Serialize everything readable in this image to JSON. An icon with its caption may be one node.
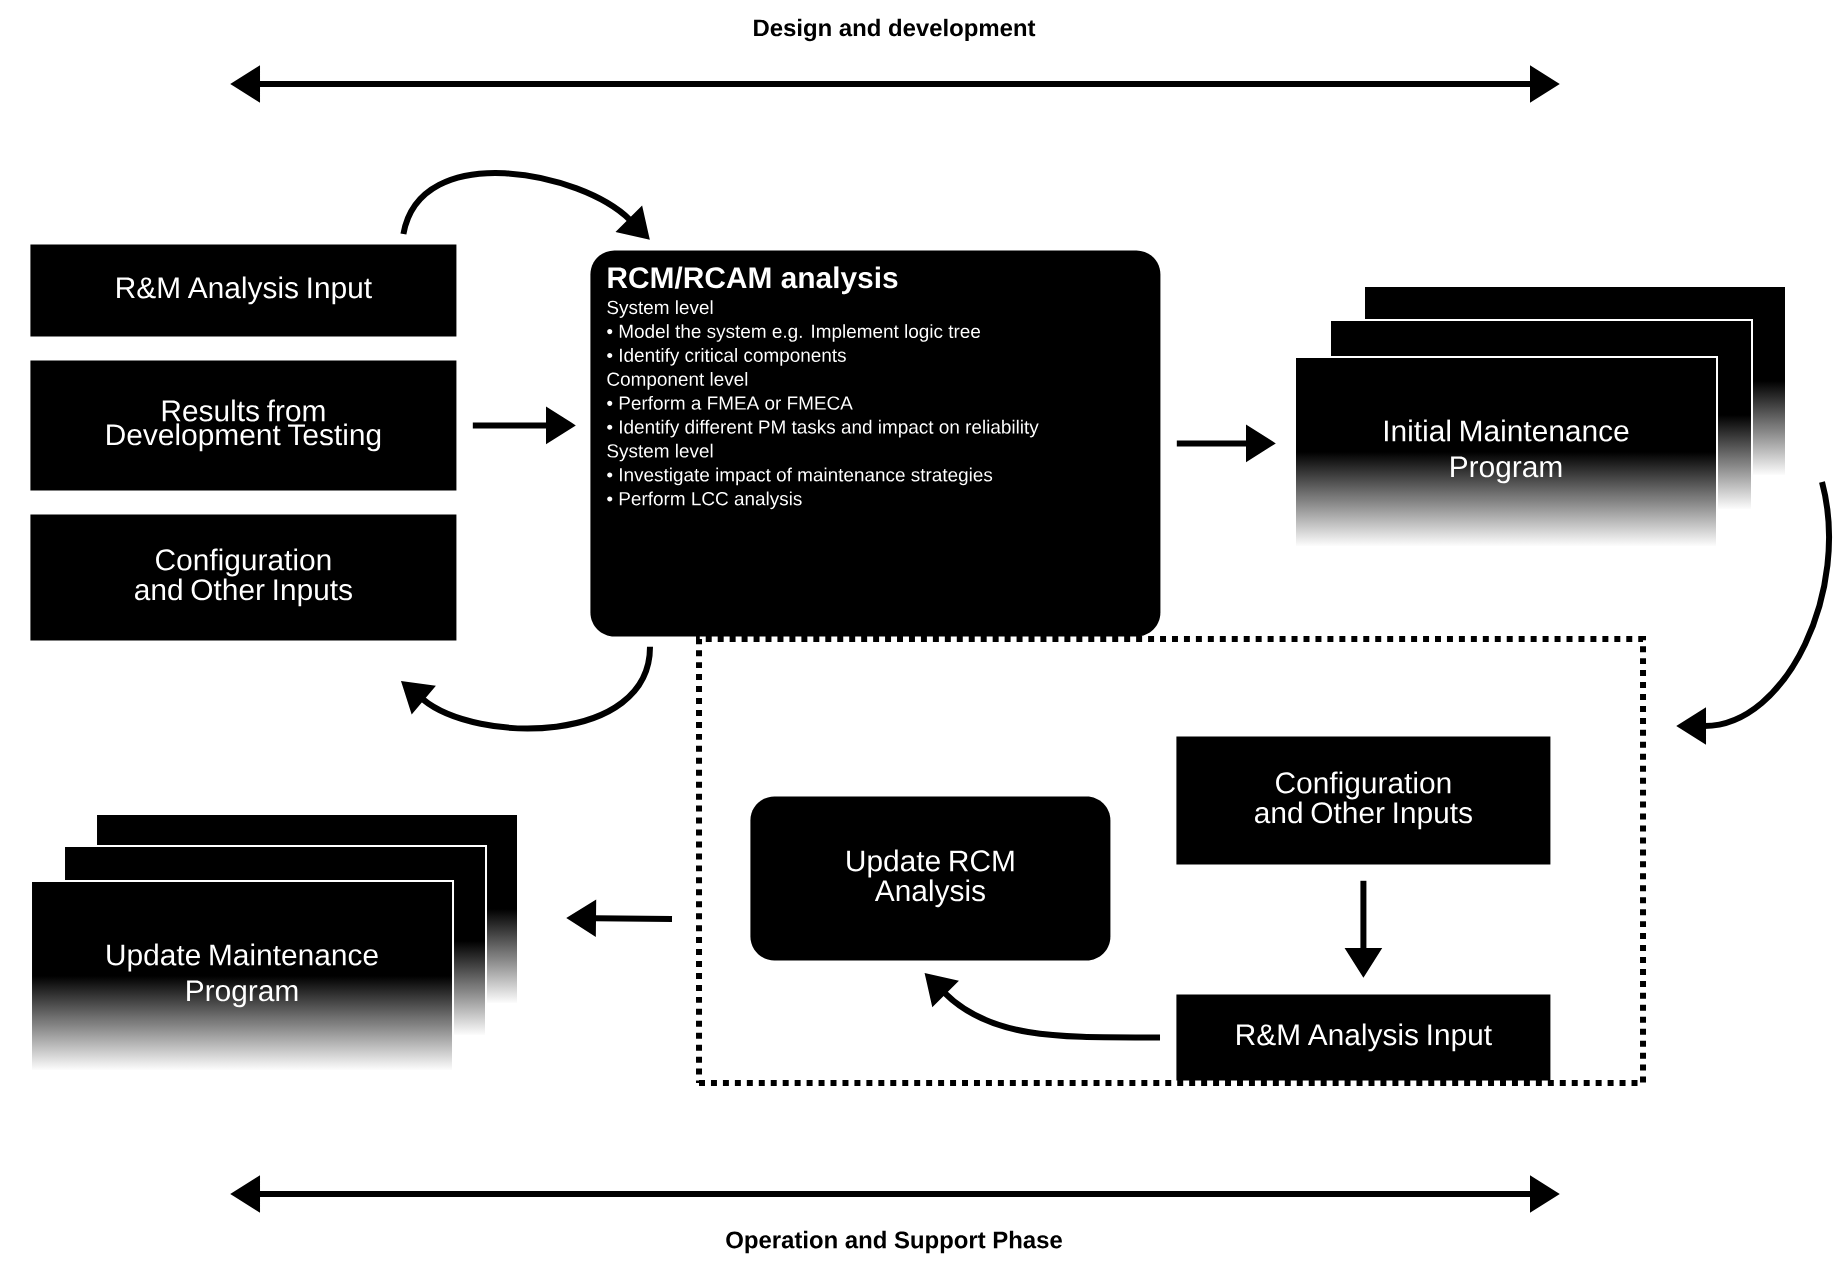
{
  "diagram": {
    "nodes": [
      {
        "text": [
          "R&M Analysis Input"
        ]
      },
      {
        "text": [
          "Results from Development Testing"
        ]
      },
      {
        "text": [
          "Configuration and Other Inputs"
        ]
      },
      {
        "text": [
          "RCM/RCAM analysis",
          "System level",
          "• Model the system e.g. Implement logic tree",
          "• Identify critical components",
          "Component level",
          "• Perform a FMEA or FMECA",
          "• Identify different PM tasks and impact on reliability",
          "System level",
          "• Investigate impact of maintenance strategies",
          "• Perform LCC analysis"
        ]
      },
      {
        "text": [
          "Initial Maintenance Program"
        ]
      },
      {
        "text": [],
        "shape": "box"
      },
      {
        "text": [
          "Configuration and Other Inputs"
        ],
        "in": 5
      },
      {
        "text": [
          "Update RCM Analysis"
        ],
        "in": 5
      },
      {
        "text": [
          "R&M Analysis Input"
        ],
        "in": 5
      },
      {
        "text": [
          "Update Maintenance Program"
        ]
      }
    ],
    "edges": [
      {
        "from": 0,
        "to": 3,
        "arrow": "to"
      },
      {
        "from": 1,
        "to": 3,
        "arrow": "to"
      },
      {
        "from": 3,
        "to": 2,
        "arrow": "to"
      },
      {
        "from": 3,
        "to": 4,
        "arrow": "to"
      },
      {
        "from": 4,
        "to": 5,
        "arrow": "to"
      },
      {
        "from": 6,
        "to": 8,
        "arrow": "to"
      },
      {
        "from": 8,
        "to": 7,
        "arrow": "to"
      },
      {
        "from": 5,
        "to": 9,
        "arrow": "to"
      }
    ],
    "labels": [
      "Design and development",
      "Operation and Support Phase"
    ]
  }
}
